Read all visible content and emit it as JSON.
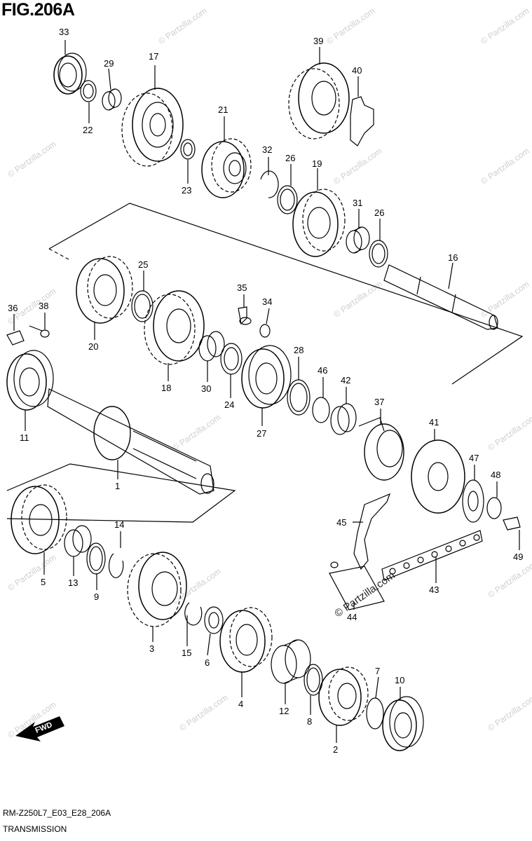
{
  "figure_title": "FIG.206A",
  "watermark_text": "© Partzilla.com",
  "direction_label": "FWD",
  "part_labels": {
    "p1": "1",
    "p2": "2",
    "p3": "3",
    "p4": "4",
    "p5": "5",
    "p6": "6",
    "p7": "7",
    "p8": "8",
    "p9": "9",
    "p10": "10",
    "p11": "11",
    "p12": "12",
    "p13": "13",
    "p14": "14",
    "p15": "15",
    "p16": "16",
    "p17": "17",
    "p18": "18",
    "p19": "19",
    "p20": "20",
    "p21": "21",
    "p22": "22",
    "p23": "23",
    "p24": "24",
    "p25": "25",
    "p26a": "26",
    "p26b": "26",
    "p27": "27",
    "p28": "28",
    "p29": "29",
    "p30": "30",
    "p31": "31",
    "p32": "32",
    "p33": "33",
    "p34": "34",
    "p35": "35",
    "p36": "36",
    "p37": "37",
    "p38": "38",
    "p39": "39",
    "p40": "40",
    "p41": "41",
    "p42": "42",
    "p43": "43",
    "p44": "44",
    "p45": "45",
    "p46": "46",
    "p47": "47",
    "p48": "48",
    "p49": "49"
  },
  "footer": {
    "model_code": "RM-Z250L7_E03_E28_206A",
    "section_name": "TRANSMISSION"
  }
}
